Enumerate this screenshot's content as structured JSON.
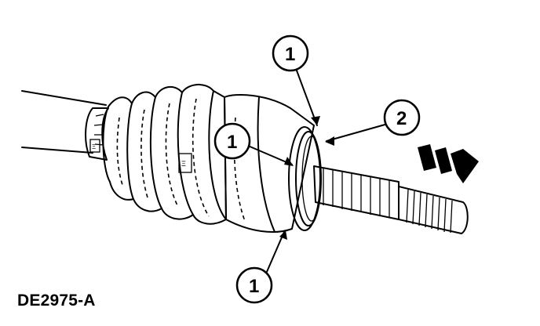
{
  "figure": {
    "id": "DE2975-A"
  },
  "callouts": [
    {
      "number": "1"
    },
    {
      "number": "1"
    },
    {
      "number": "1"
    },
    {
      "number": "2"
    }
  ],
  "colors": {
    "ink": "#000000",
    "background": "#ffffff"
  }
}
